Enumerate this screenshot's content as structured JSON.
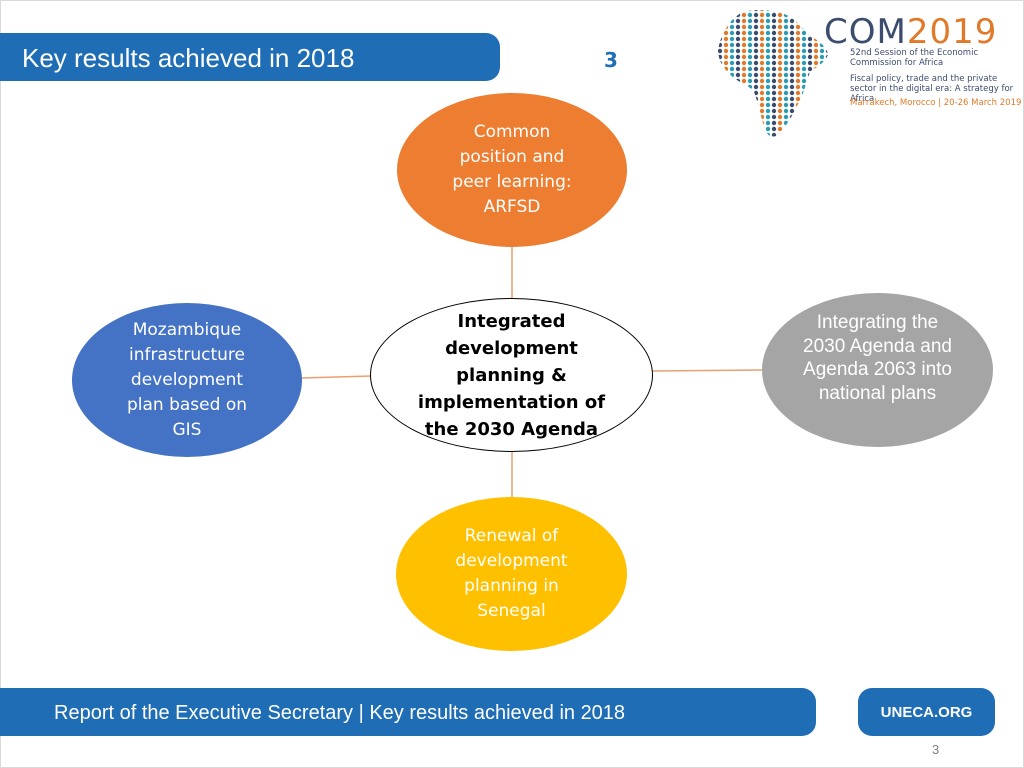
{
  "header": {
    "title": "Key results achieved in 2018",
    "slide_number": "3"
  },
  "logo": {
    "com_prefix": "COM",
    "com_year": "2019",
    "session": "52nd Session of the Economic Commission for Africa",
    "theme": "Fiscal policy, trade and the private sector in the digital era: A strategy for Africa",
    "place_date": "Marrakech, Morocco | 20-26 March 2019",
    "colors": {
      "navy": "#3b4d6e",
      "orange": "#e07a2a",
      "teal": "#2a9bb0"
    }
  },
  "diagram": {
    "center": "Integrated development planning & implementation of the 2030 Agenda",
    "top": "Common position and peer learning: ARFSD",
    "right": "Integrating the 2030 Agenda and Agenda 2063 into national plans",
    "bottom": "Renewal of development planning in Senegal",
    "left": "Mozambique infrastructure development plan based on GIS",
    "colors": {
      "top": "#ed7d31",
      "right": "#a5a5a5",
      "bottom": "#ffc000",
      "left": "#4472c4",
      "connector": "#e8a070"
    }
  },
  "footer": {
    "text": "Report of the Executive Secretary   | Key results achieved in 2018",
    "link": "UNECA.ORG",
    "page_number": "3"
  }
}
